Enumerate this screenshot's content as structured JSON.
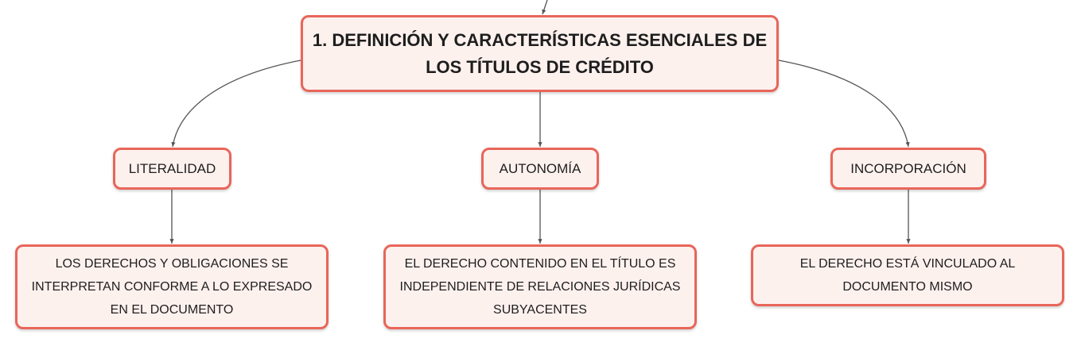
{
  "diagram": {
    "root": {
      "line1": "1. DEFINICIÓN Y CARACTERÍSTICAS ESENCIALES DE",
      "line2": "LOS TÍTULOS DE CRÉDITO"
    },
    "branches": [
      {
        "label": "LITERALIDAD",
        "description": [
          "LOS DERECHOS Y OBLIGACIONES SE",
          "INTERPRETAN CONFORME A LO EXPRESADO",
          "EN EL DOCUMENTO"
        ]
      },
      {
        "label": "AUTONOMÍA",
        "description": [
          "EL DERECHO CONTENIDO EN EL TÍTULO ES",
          "INDEPENDIENTE DE RELACIONES JURÍDICAS",
          "SUBYACENTES"
        ]
      },
      {
        "label": "INCORPORACIÓN",
        "description": [
          "EL DERECHO ESTÁ VINCULADO AL",
          "DOCUMENTO MISMO"
        ]
      }
    ],
    "colors": {
      "node_border": "#e8665a",
      "node_fill": "#fdf1ee",
      "connector": "#555555",
      "text": "#1e1e1e"
    }
  }
}
